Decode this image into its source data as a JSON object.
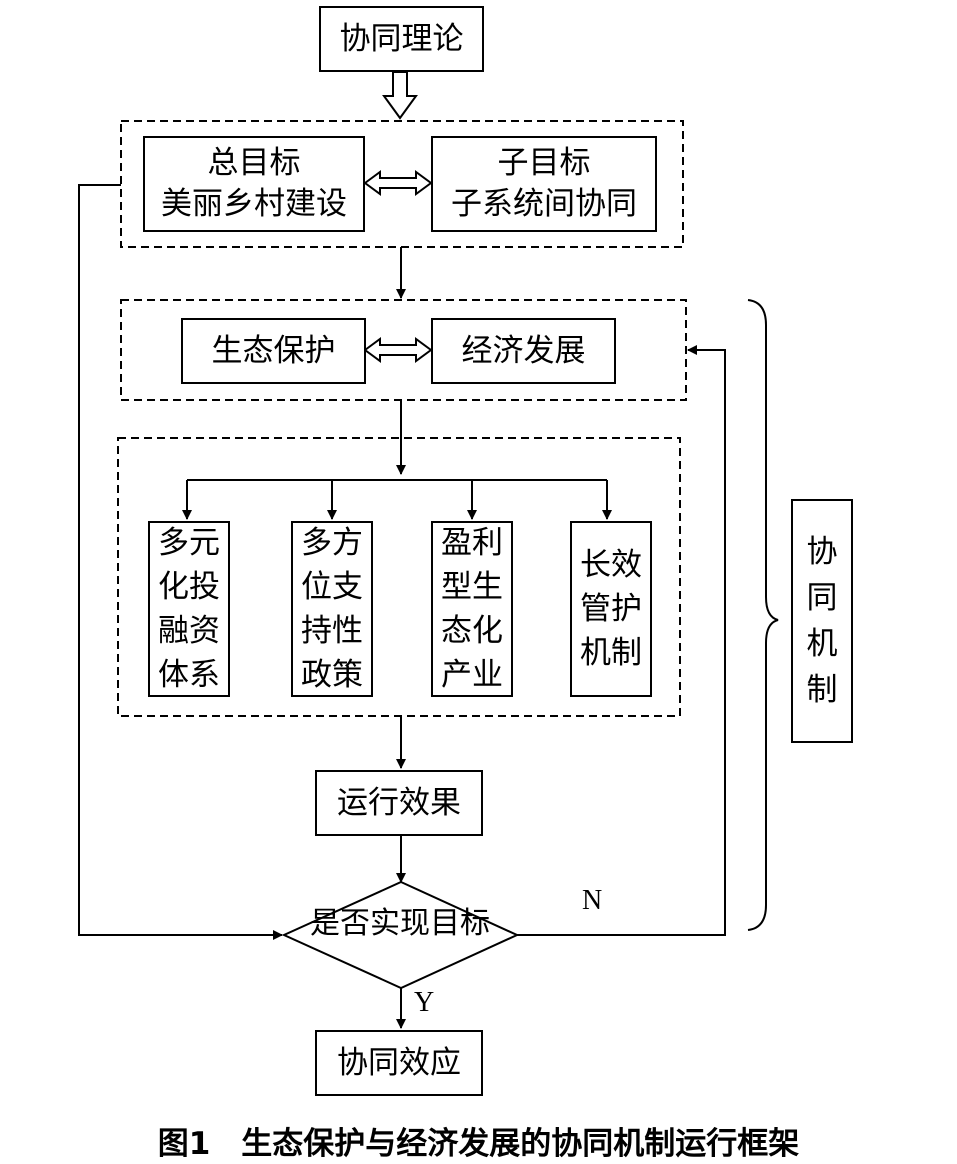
{
  "nodes": {
    "theory": "协同理论",
    "goal_total_title": "总目标",
    "goal_total_text": "美丽乡村建设",
    "goal_sub_title": "子目标",
    "goal_sub_text": "子系统间协同",
    "eco": "生态保护",
    "econ": "经济发展",
    "m1": "多元化投融资体系",
    "m2": "多方位支持性政策",
    "m3": "盈利型生态化产业",
    "m4": "长效管护机制",
    "effect": "运行效果",
    "decision": "是否实现目标",
    "synergy": "协同效应",
    "mechanism": "协同机制"
  },
  "labels": {
    "no": "N",
    "yes": "Y"
  },
  "caption": "图1　生态保护与经济发展的协同机制运行框架"
}
